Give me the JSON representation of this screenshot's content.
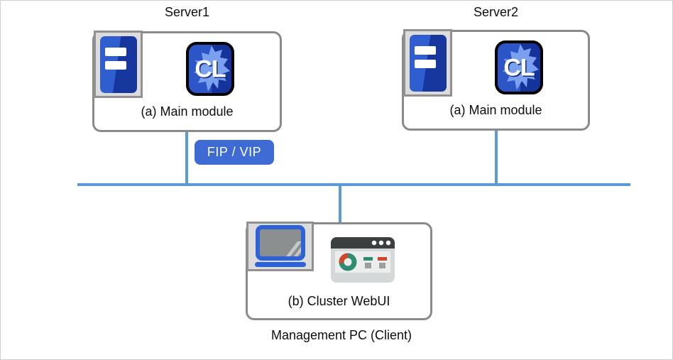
{
  "diagram": {
    "servers": [
      {
        "id": "server1",
        "title": "Server1",
        "module_label": "(a) Main module"
      },
      {
        "id": "server2",
        "title": "Server2",
        "module_label": "(a) Main module"
      }
    ],
    "badge": {
      "label": "FIP / VIP"
    },
    "management": {
      "module_label": "(b) Cluster WebUI",
      "caption": "Management PC (Client)"
    },
    "icons": {
      "server": "server-tower-icon",
      "cl": "cl-app-icon",
      "laptop": "laptop-icon",
      "webui": "browser-dashboard-icon"
    },
    "colors": {
      "network_line": "#5b9bd5",
      "badge_bg": "#3d6bd3",
      "box_border": "#8a8a8a",
      "icon_bg": "#dcdcdc",
      "server_blue": "#2e5ecf",
      "server_blue_dark": "#17379e",
      "cl_splash": "#7ba0f0",
      "donut_green": "#2f8c71",
      "donut_red": "#d0482b"
    }
  }
}
